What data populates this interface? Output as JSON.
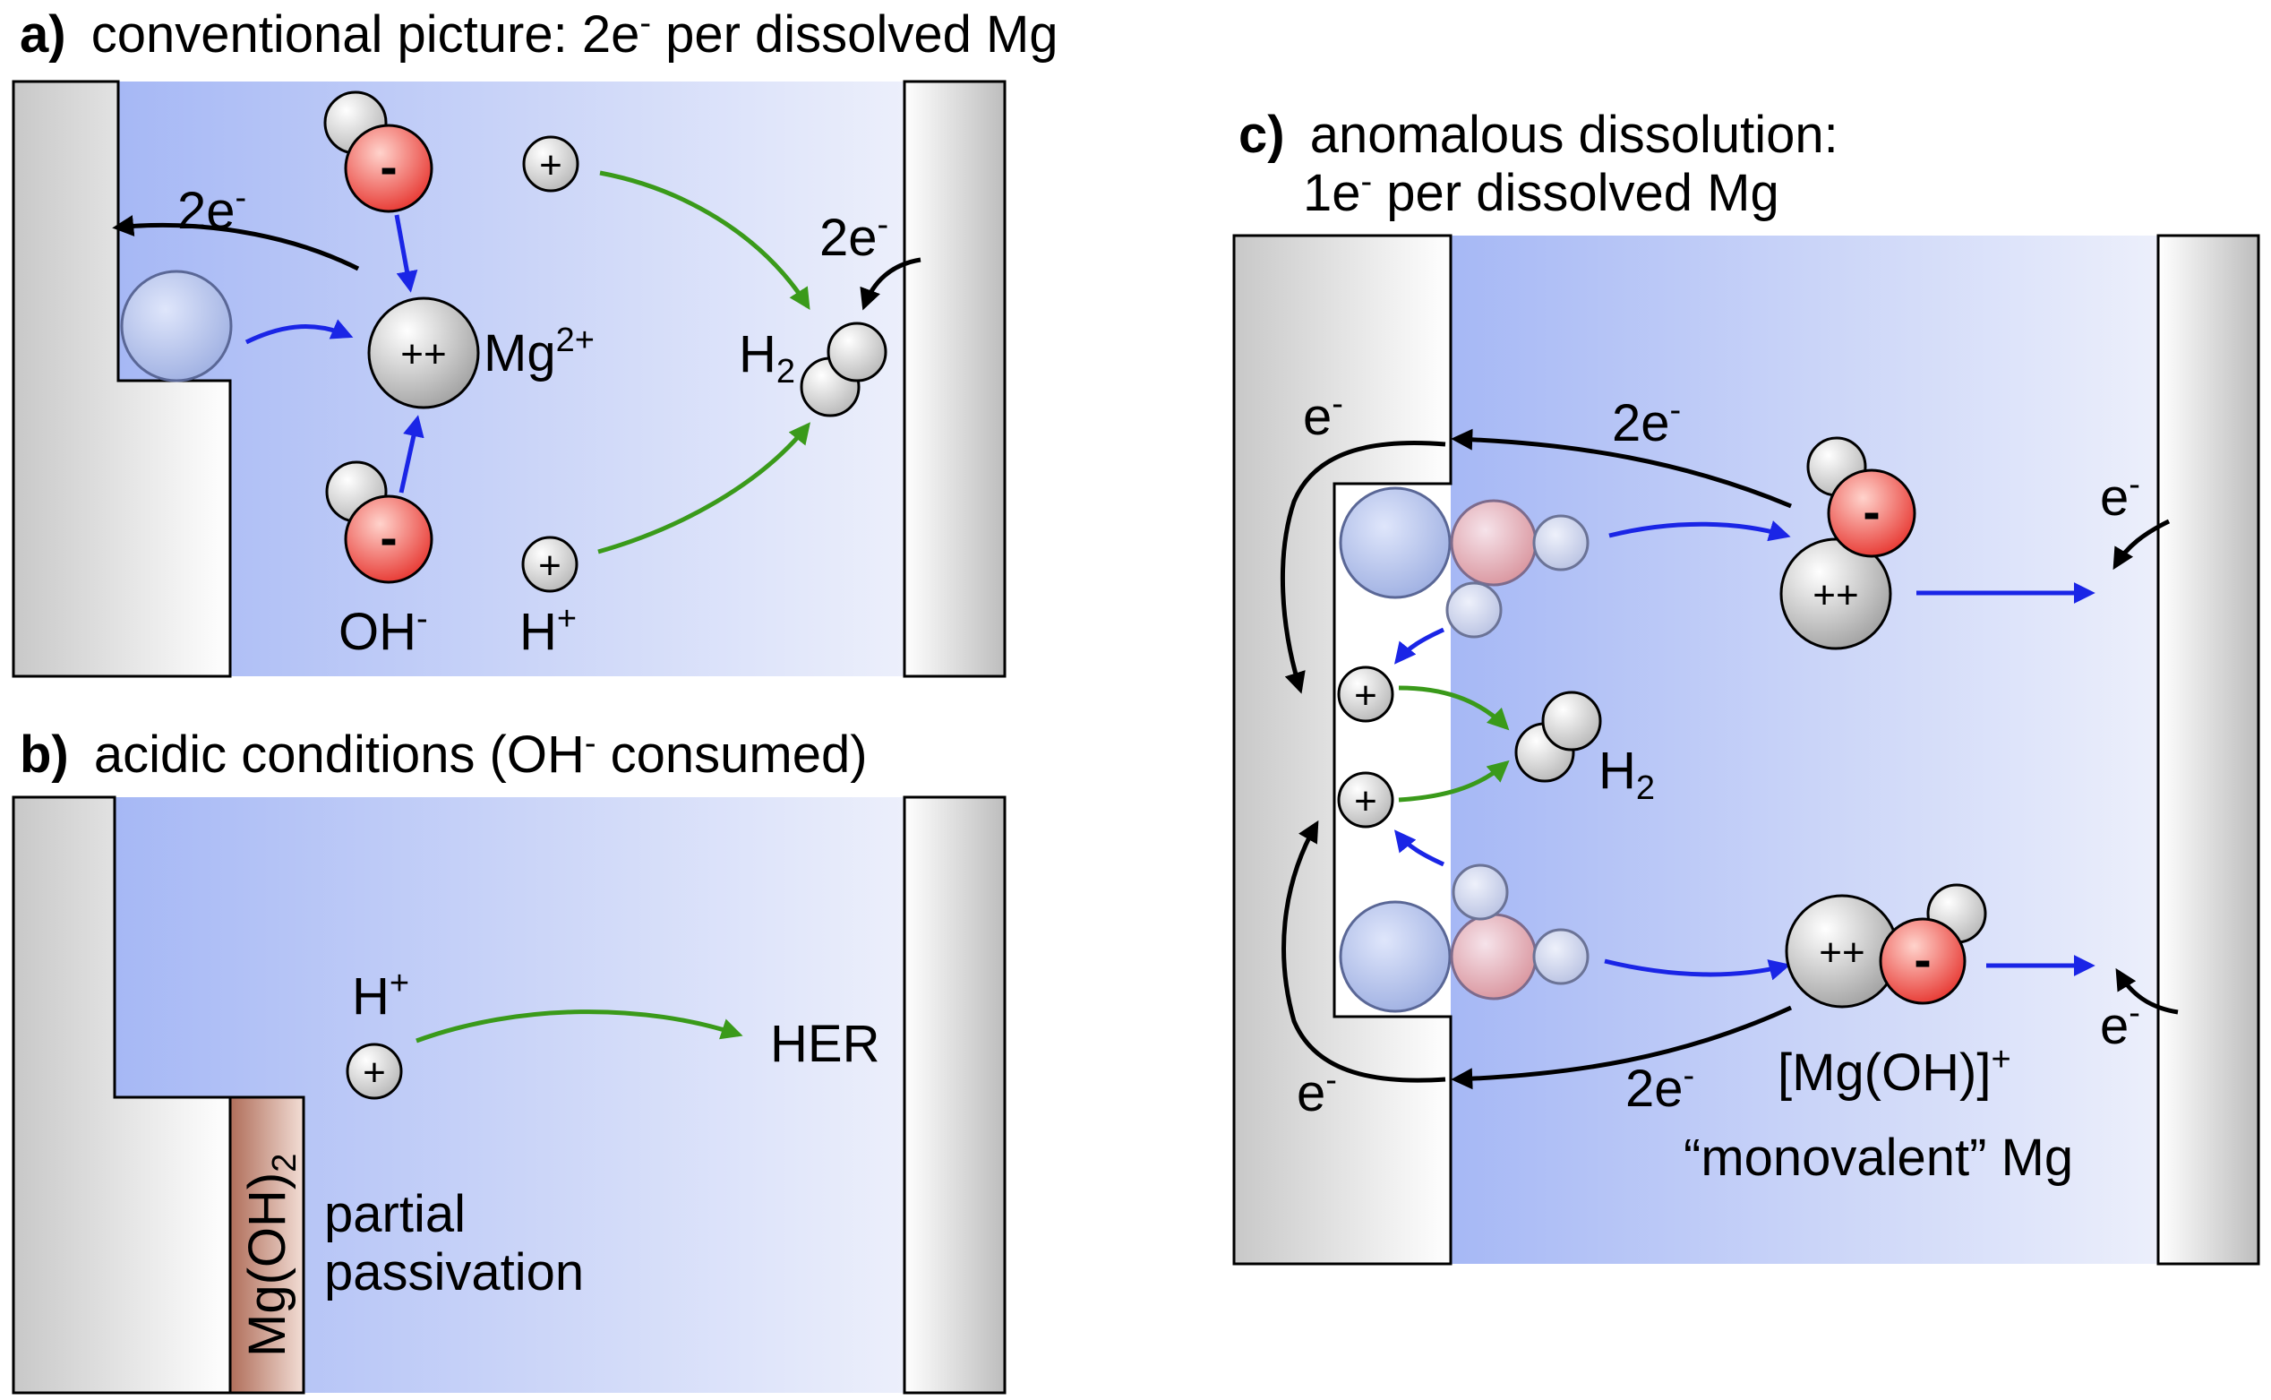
{
  "panel_a": {
    "title_letter": "a)",
    "title_pre": "conventional picture: 2e",
    "title_sup": "-",
    "title_post": " per dissolved Mg",
    "electrons_left": "2e",
    "electrons_left_sup": "-",
    "electrons_right": "2e",
    "electrons_right_sup": "-",
    "mg_label": "Mg",
    "mg_label_sup": "2+",
    "mg_charge": "++",
    "h2_label": "H",
    "h2_sub": "2",
    "oh_label": "OH",
    "oh_sup": "-",
    "h_label": "H",
    "h_sup": "+",
    "minus": "-",
    "plus": "+"
  },
  "panel_b": {
    "title_letter": "b)",
    "title_pre": "acidic conditions (OH",
    "title_sup": "-",
    "title_post": " consumed)",
    "h_label": "H",
    "h_sup": "+",
    "her_label": "HER",
    "layer_label": "Mg(OH)",
    "layer_sub": "2",
    "passivation_line1": "partial",
    "passivation_line2": "passivation",
    "plus": "+"
  },
  "panel_c": {
    "title_letter": "c)",
    "title_line1": "anomalous dissolution:",
    "title_line2_pre": "1e",
    "title_line2_sup": "-",
    "title_line2_post": " per dissolved Mg",
    "e_top_left": "e",
    "e_bottom_left": "e",
    "e_top_right": "e",
    "e_bottom_right": "e",
    "e_sup": "-",
    "two_e_top": "2e",
    "two_e_bottom": "2e",
    "h2_label": "H",
    "h2_sub": "2",
    "mgoh_label": "[Mg(OH)]",
    "mgoh_sup": "+",
    "monovalent_label": "“monovalent” Mg",
    "charge_pp": "++",
    "minus": "-",
    "plus": "+"
  },
  "colors": {
    "electrolyte_dark": "#a6b8f5",
    "electrolyte_light": "#eceffb",
    "electron_arrow": "#000000",
    "ion_arrow": "#1a25e6",
    "hydrogen_arrow": "#3a9a1a",
    "hydroxide_red": "#e6302a",
    "passivation_brown": "#b06e5a"
  }
}
